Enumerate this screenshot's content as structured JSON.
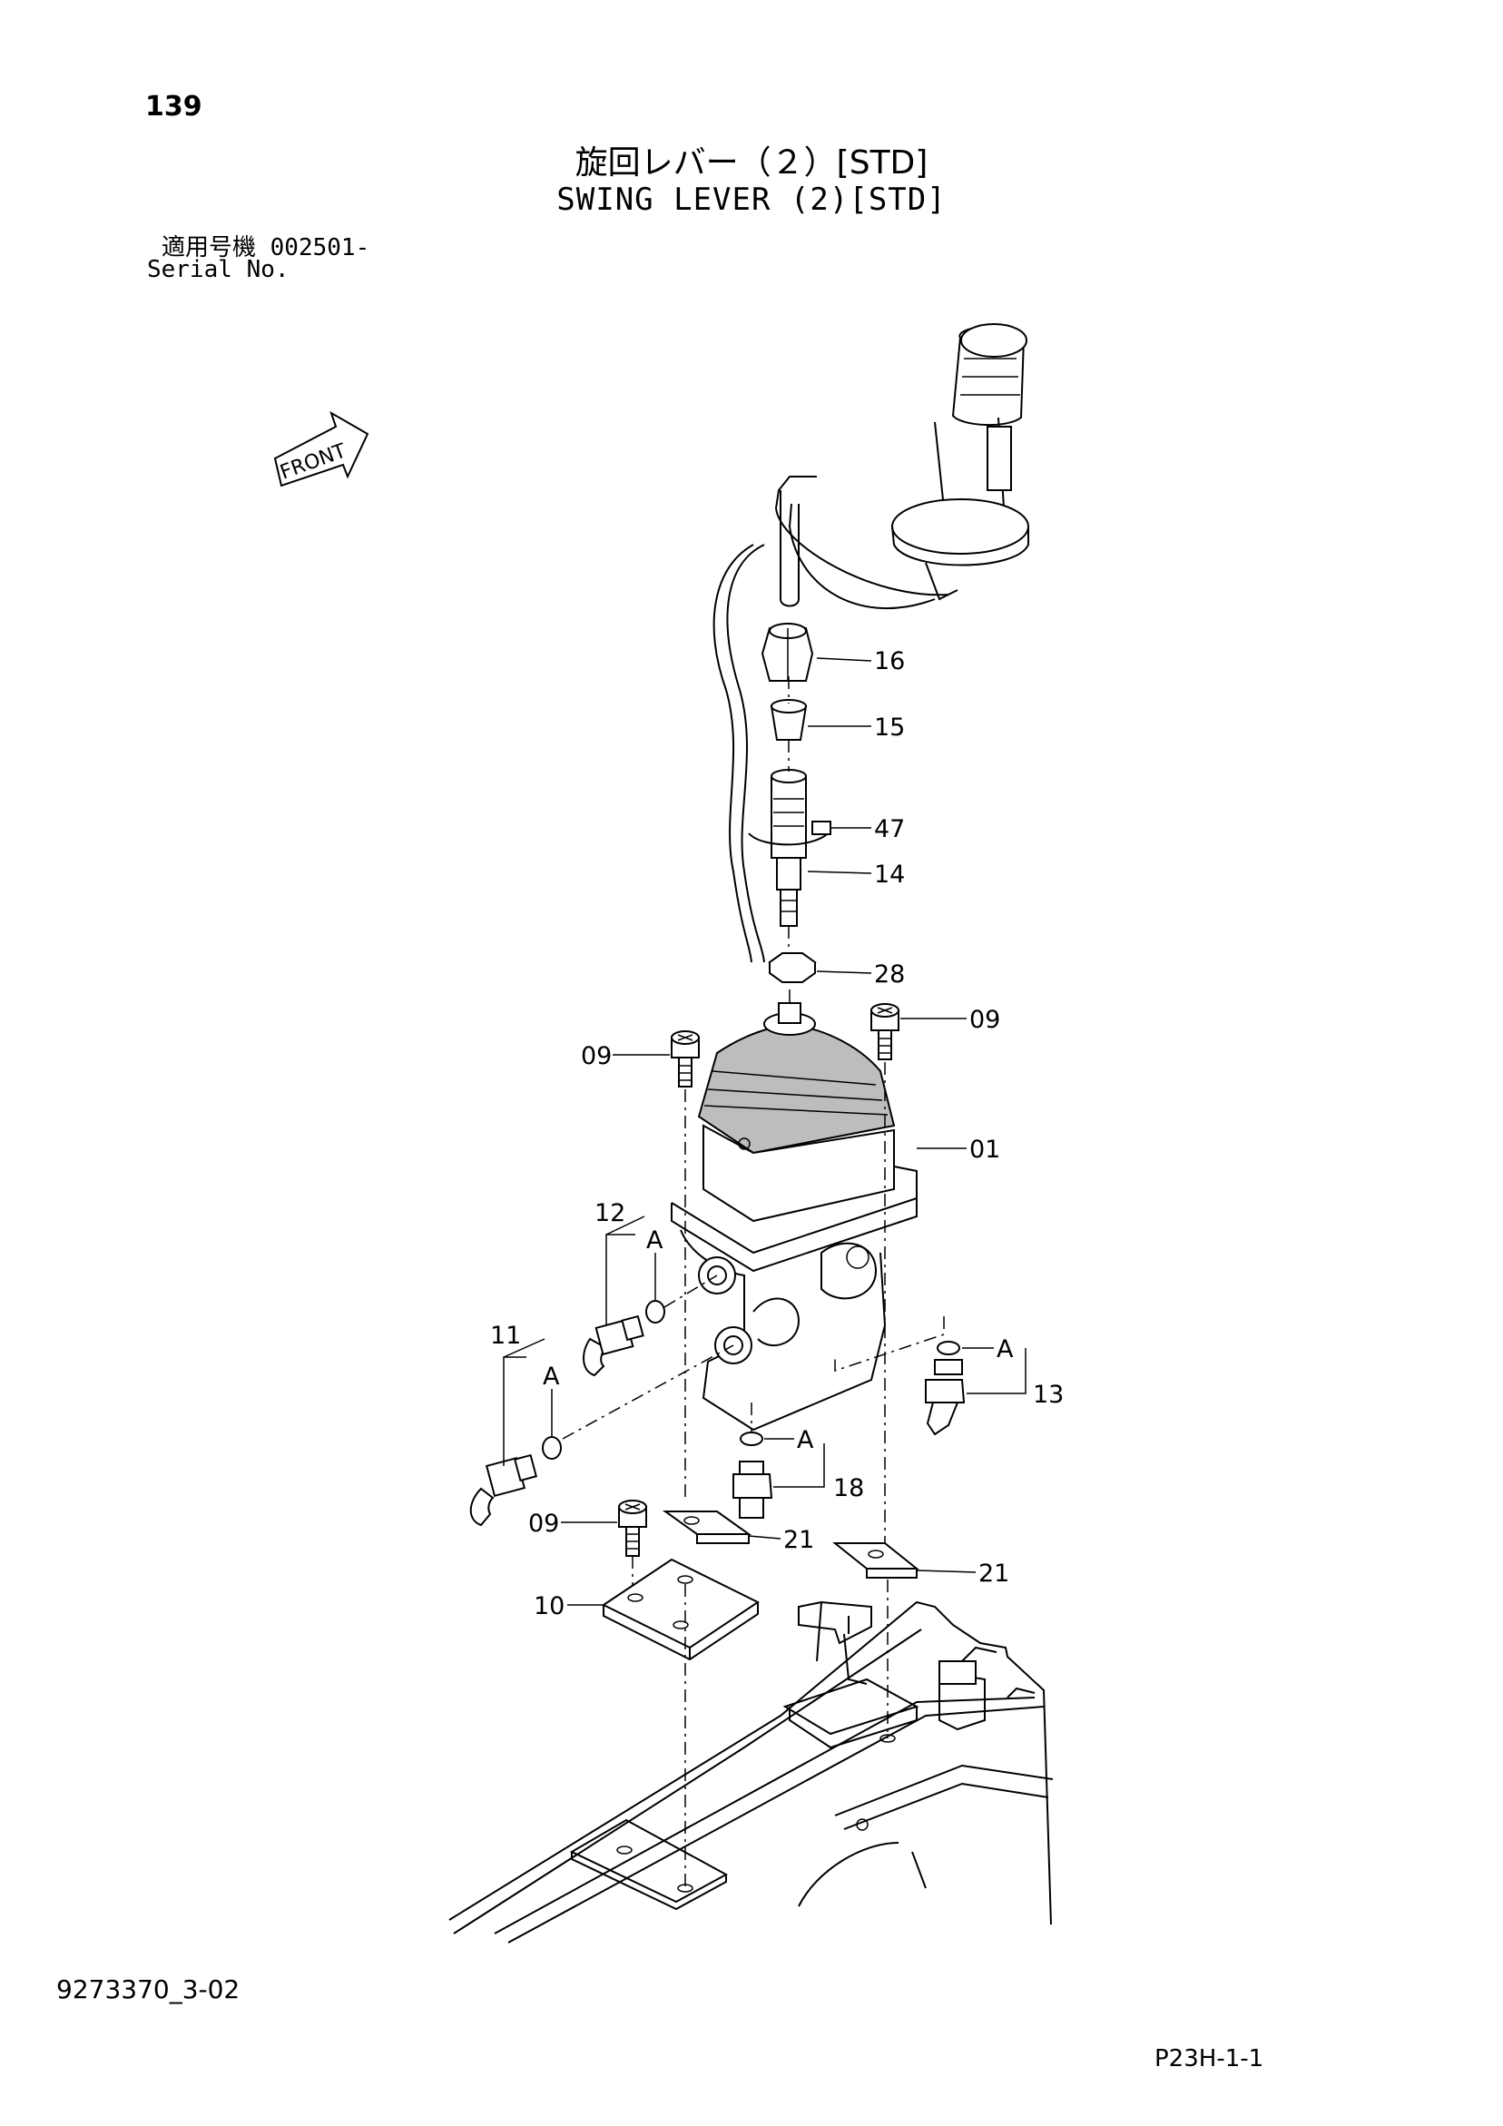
{
  "header": {
    "page_number": "139",
    "title_jp": "旋回レバー（２）[STD]",
    "title_en": "SWING LEVER (2)[STD]",
    "serial_jp": "適用号機  002501-",
    "serial_en": "Serial No."
  },
  "front_marker": "FRONT",
  "callouts": [
    "16",
    "15",
    "47",
    "14",
    "28",
    "09",
    "09",
    "01",
    "12",
    "A",
    "11",
    "A",
    "A",
    "13",
    "A",
    "18",
    "09",
    "21",
    "21",
    "10"
  ],
  "footer": {
    "drawing_id": "9273370_3-02",
    "sheet_code": "P23H-1-1"
  }
}
